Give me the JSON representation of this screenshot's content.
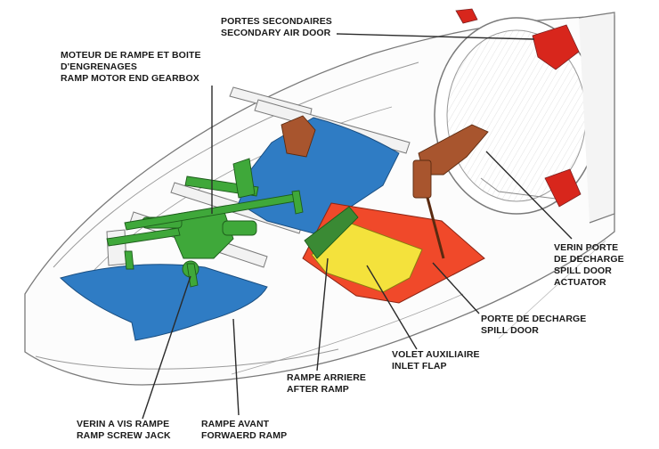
{
  "labels": {
    "secondary_air_door": [
      "PORTES SECONDAIRES",
      "SECONDARY AIR DOOR"
    ],
    "ramp_motor_gearbox": [
      "MOTEUR DE RAMPE ET BOITE",
      "D'ENGRENAGES",
      "RAMP MOTOR END GEARBOX"
    ],
    "spill_door_actuator": [
      "VERIN PORTE",
      "DE DECHARGE",
      "SPILL DOOR",
      "ACTUATOR"
    ],
    "spill_door": [
      "PORTE DE DECHARGE",
      "SPILL DOOR"
    ],
    "inlet_flap": [
      "VOLET AUXILIAIRE",
      "INLET FLAP"
    ],
    "after_ramp": [
      "RAMPE ARRIERE",
      "AFTER RAMP"
    ],
    "forward_ramp": [
      "RAMPE AVANT",
      "FORWAERD RAMP"
    ],
    "ramp_screw_jack": [
      "VERIN A VIS RAMPE",
      "RAMP SCREW JACK"
    ]
  },
  "colors": {
    "forward_ramp": "#2f7cc4",
    "after_ramp": "#2f7cc4",
    "ramp_motor": "#3fa83a",
    "spill_door": "#f0492a",
    "inlet_flap": "#f4e23c",
    "actuator": "#a8552e",
    "secondary_door": "#d8261c",
    "outline": "#6b6b6b"
  }
}
